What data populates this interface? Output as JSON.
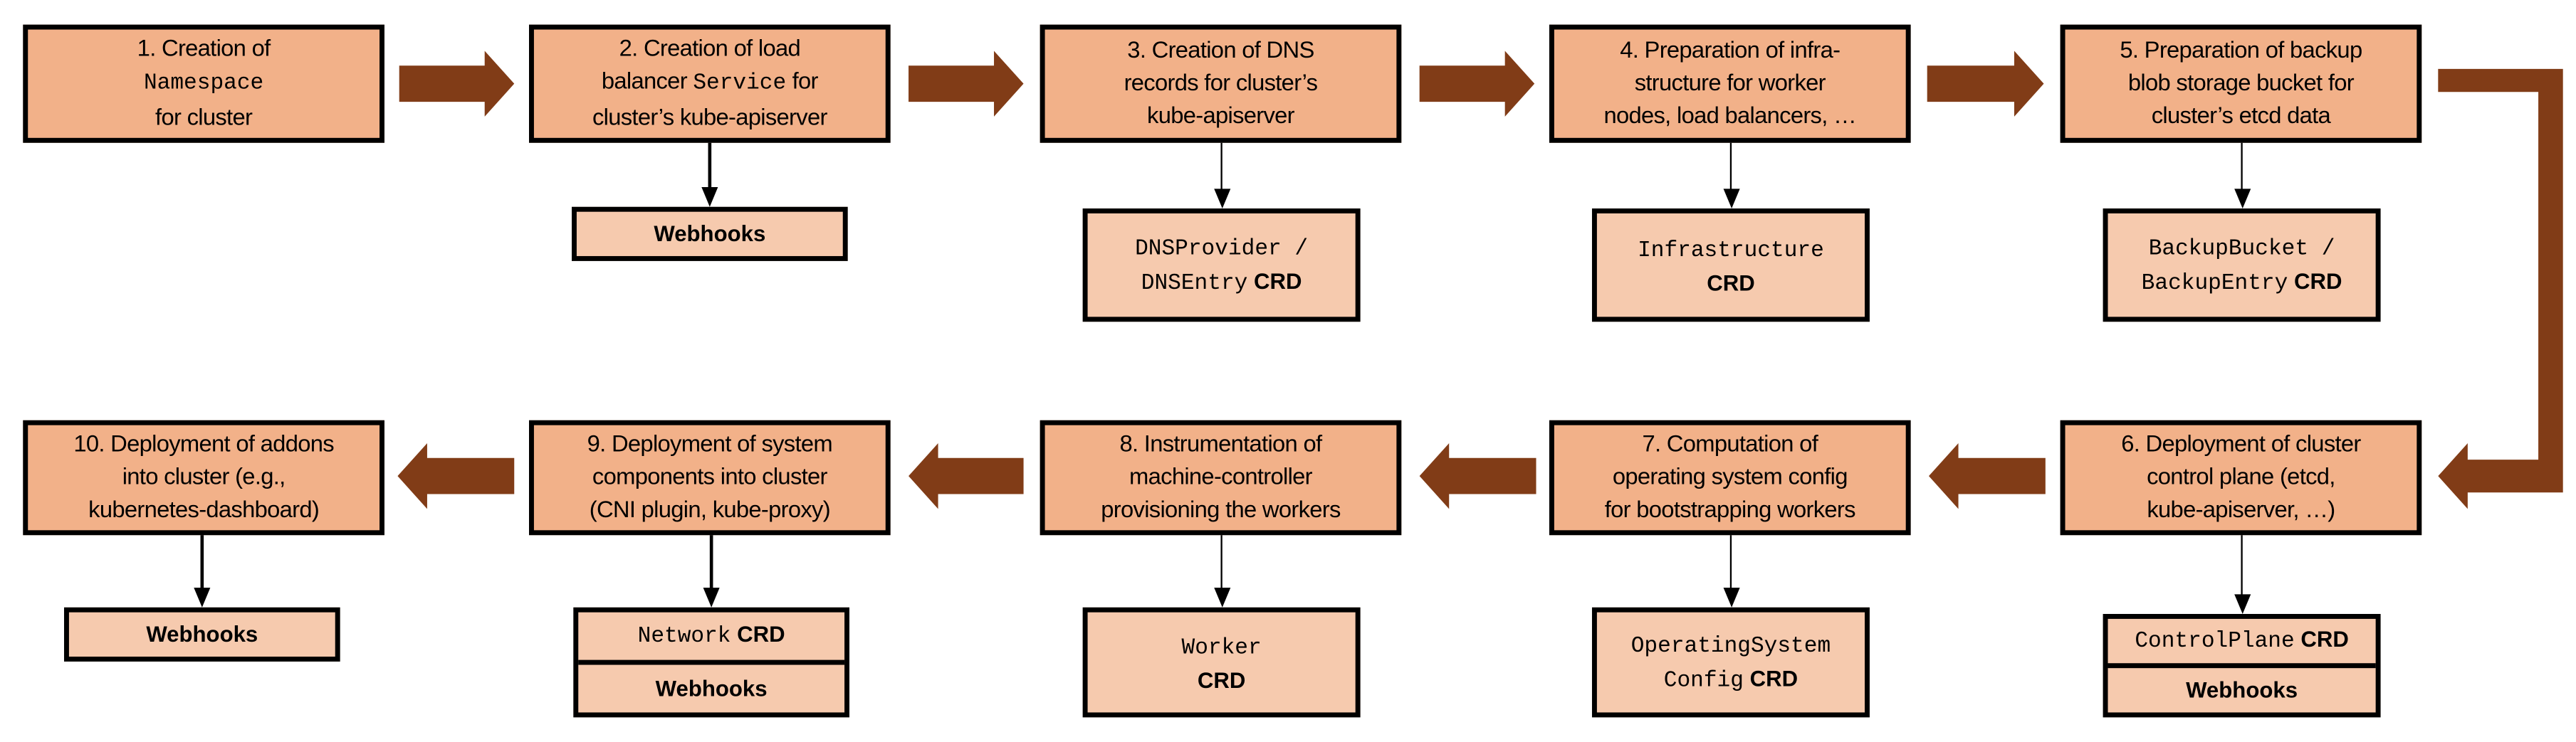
{
  "colors": {
    "step_box": "#f2b189",
    "resource_box": "#f6caae",
    "flow_arrow": "#813c17",
    "border": "#000000"
  },
  "steps": [
    {
      "lines": [
        [
          {
            "t": "1. Creation of"
          }
        ],
        [
          {
            "t": "Namespace",
            "mono": true
          }
        ],
        [
          {
            "t": "for cluster"
          }
        ]
      ]
    },
    {
      "lines": [
        [
          {
            "t": "2. Creation of load"
          }
        ],
        [
          {
            "t": "balancer "
          },
          {
            "t": "Service",
            "mono": true
          },
          {
            "t": " for"
          }
        ],
        [
          {
            "t": "cluster’s kube-apiserver"
          }
        ]
      ]
    },
    {
      "lines": [
        [
          {
            "t": "3. Creation of DNS"
          }
        ],
        [
          {
            "t": "records for cluster’s"
          }
        ],
        [
          {
            "t": "kube-apiserver"
          }
        ]
      ]
    },
    {
      "lines": [
        [
          {
            "t": "4. Preparation of infra-"
          }
        ],
        [
          {
            "t": "structure for worker"
          }
        ],
        [
          {
            "t": "nodes, load balancers, …"
          }
        ]
      ]
    },
    {
      "lines": [
        [
          {
            "t": "5. Preparation of backup"
          }
        ],
        [
          {
            "t": "blob storage bucket for"
          }
        ],
        [
          {
            "t": "cluster’s etcd data"
          }
        ]
      ]
    },
    {
      "lines": [
        [
          {
            "t": "6. Deployment of cluster"
          }
        ],
        [
          {
            "t": "control plane (etcd,"
          }
        ],
        [
          {
            "t": "kube-apiserver, …)"
          }
        ]
      ]
    },
    {
      "lines": [
        [
          {
            "t": "7. Computation of"
          }
        ],
        [
          {
            "t": "operating system config"
          }
        ],
        [
          {
            "t": "for bootstrapping workers"
          }
        ]
      ]
    },
    {
      "lines": [
        [
          {
            "t": "8. Instrumentation of"
          }
        ],
        [
          {
            "t": "machine-controller"
          }
        ],
        [
          {
            "t": "provisioning the workers"
          }
        ]
      ]
    },
    {
      "lines": [
        [
          {
            "t": "9. Deployment of system"
          }
        ],
        [
          {
            "t": "components into cluster"
          }
        ],
        [
          {
            "t": "(CNI plugin, kube-proxy)"
          }
        ]
      ]
    },
    {
      "lines": [
        [
          {
            "t": "10. Deployment of addons"
          }
        ],
        [
          {
            "t": "into cluster (e.g.,"
          }
        ],
        [
          {
            "t": "kubernetes-dashboard)"
          }
        ]
      ]
    }
  ],
  "resources": [
    null,
    {
      "cells": [
        [
          [
            {
              "t": "Webhooks",
              "b": true
            }
          ]
        ]
      ]
    },
    {
      "cells": [
        [
          [
            {
              "t": "DNSProvider /",
              "mono": true
            }
          ],
          [
            {
              "t": "DNSEntry",
              "mono": true
            },
            {
              "t": " CRD",
              "b": true
            }
          ]
        ]
      ]
    },
    {
      "cells": [
        [
          [
            {
              "t": "Infrastructure",
              "mono": true
            }
          ],
          [
            {
              "t": "CRD",
              "b": true
            }
          ]
        ]
      ]
    },
    {
      "cells": [
        [
          [
            {
              "t": "BackupBucket /",
              "mono": true
            }
          ],
          [
            {
              "t": "BackupEntry",
              "mono": true
            },
            {
              "t": " CRD",
              "b": true
            }
          ]
        ]
      ]
    },
    {
      "cells": [
        [
          [
            {
              "t": "ControlPlane",
              "mono": true
            },
            {
              "t": " CRD",
              "b": true
            }
          ]
        ],
        [
          [
            {
              "t": "Webhooks",
              "b": true
            }
          ]
        ]
      ]
    },
    {
      "cells": [
        [
          [
            {
              "t": "OperatingSystem",
              "mono": true
            }
          ],
          [
            {
              "t": "Config",
              "mono": true
            },
            {
              "t": " CRD",
              "b": true
            }
          ]
        ]
      ]
    },
    {
      "cells": [
        [
          [
            {
              "t": "Worker",
              "mono": true
            }
          ],
          [
            {
              "t": "CRD",
              "b": true
            }
          ]
        ]
      ]
    },
    {
      "cells": [
        [
          [
            {
              "t": "Network",
              "mono": true
            },
            {
              "t": " CRD",
              "b": true
            }
          ]
        ],
        [
          [
            {
              "t": "Webhooks",
              "b": true
            }
          ]
        ]
      ]
    },
    {
      "cells": [
        [
          [
            {
              "t": "Webhooks",
              "b": true
            }
          ]
        ]
      ]
    }
  ]
}
